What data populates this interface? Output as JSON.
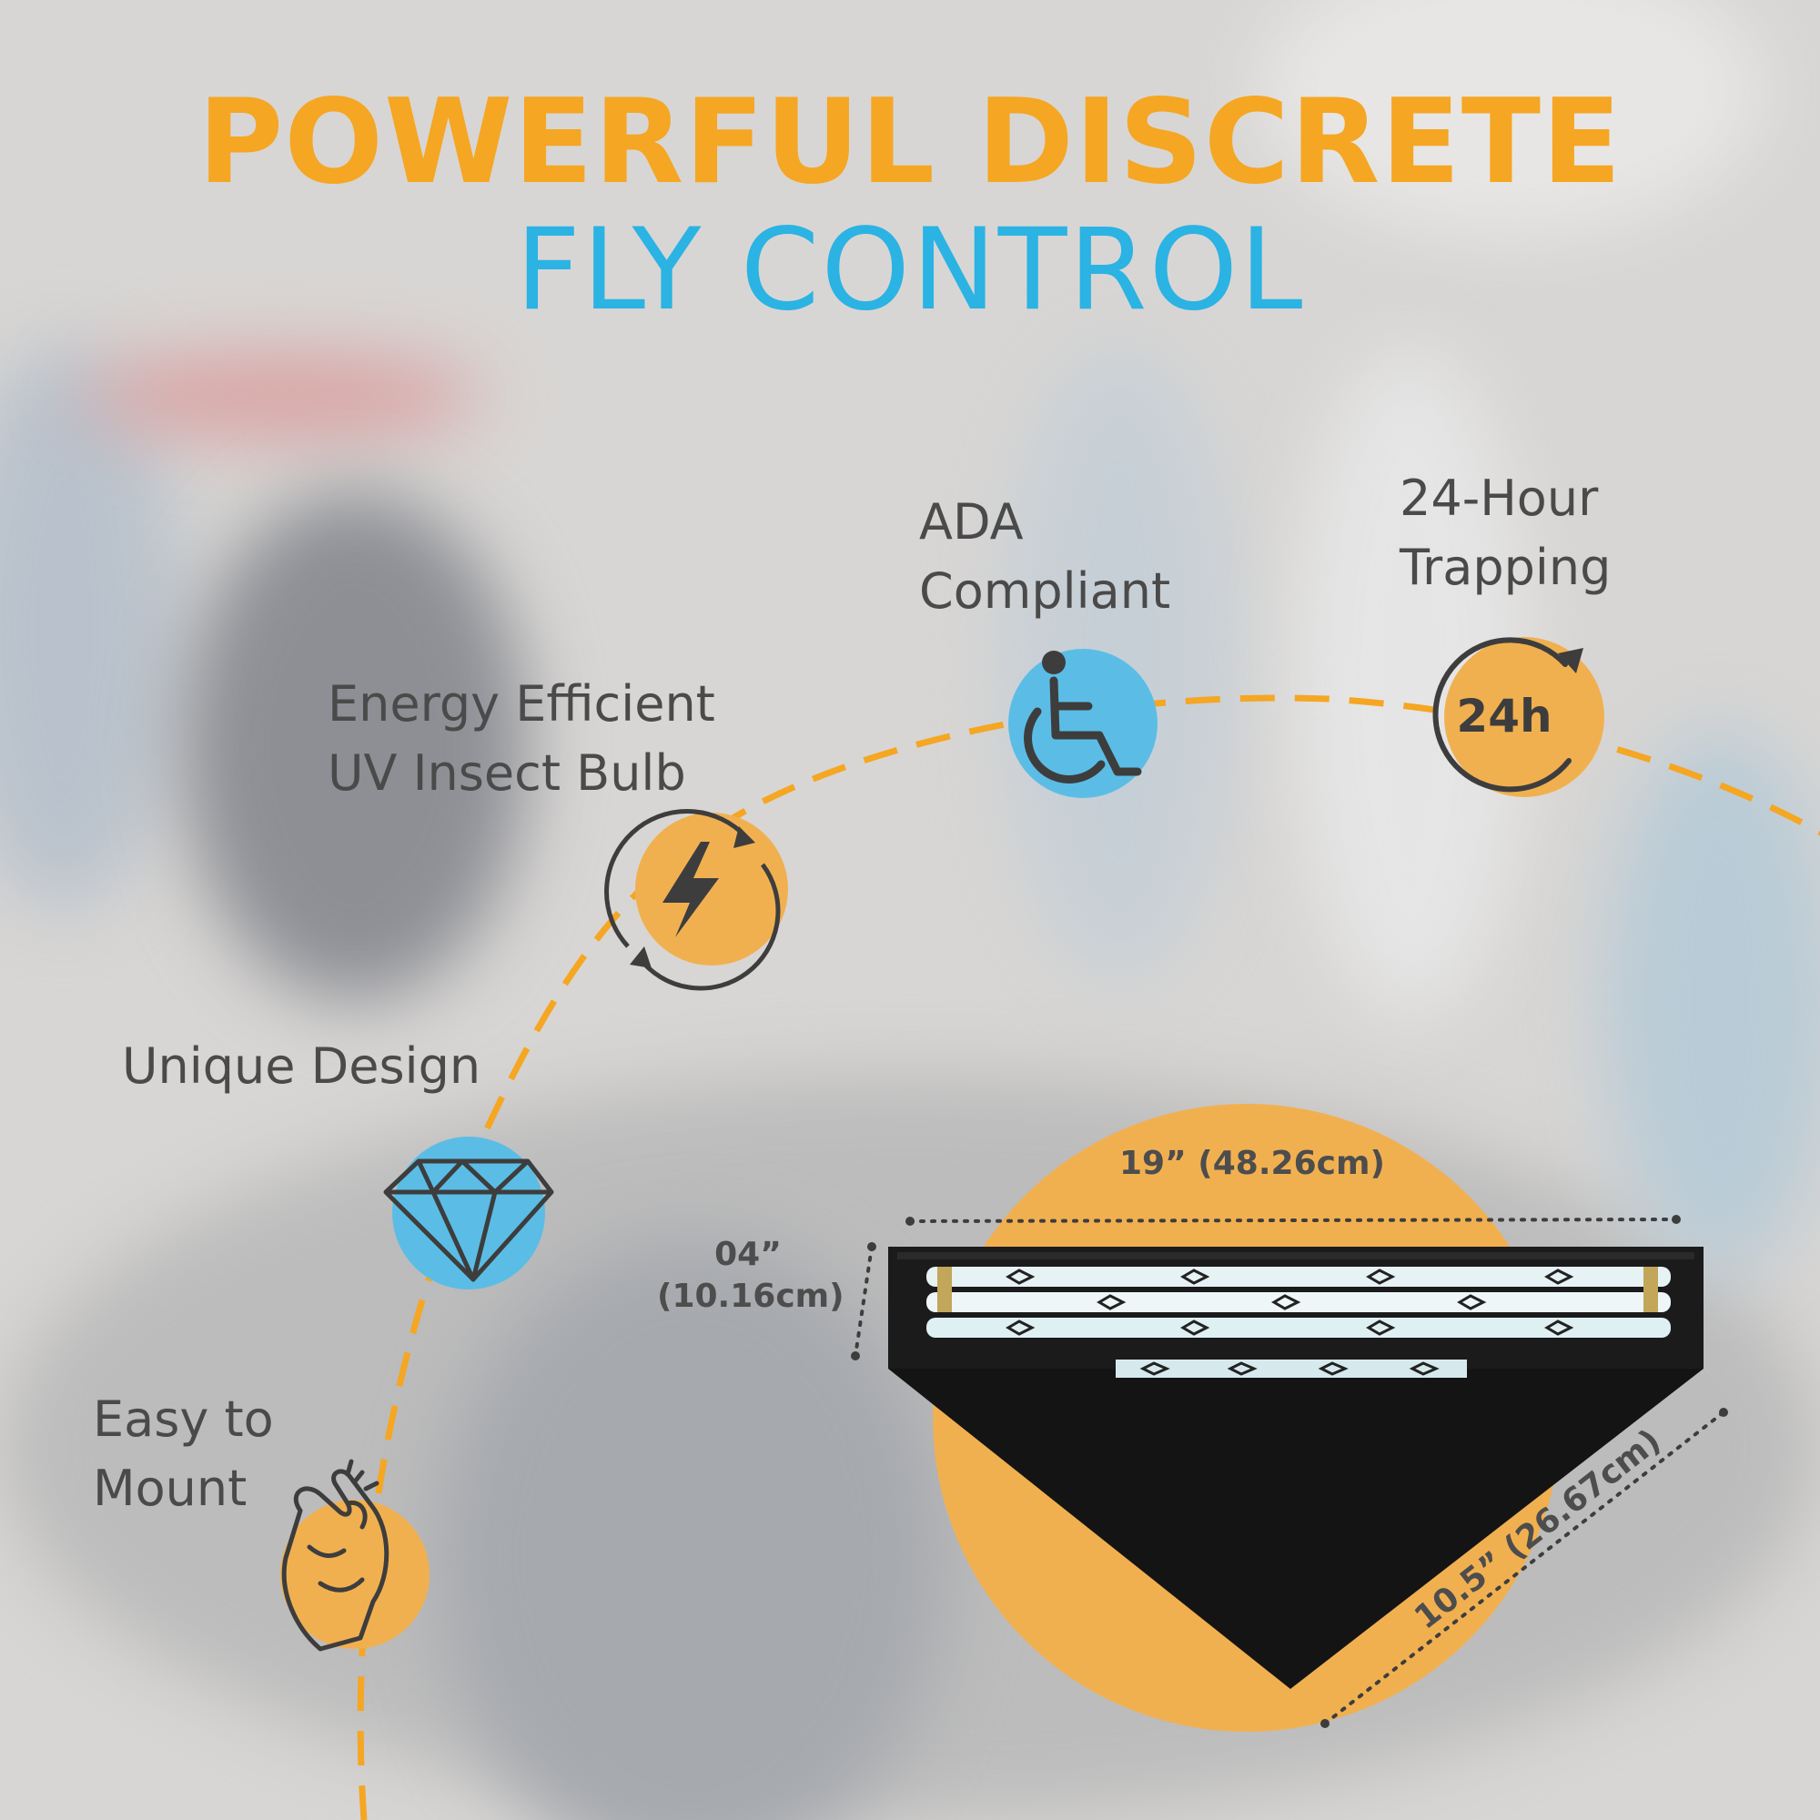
{
  "title": {
    "line1": "POWERFUL DISCRETE",
    "line2": "FLY CONTROL"
  },
  "features": [
    {
      "id": "easy-mount",
      "line1": "Easy to",
      "line2": "Mount",
      "icon": "pinch-hand-icon"
    },
    {
      "id": "unique-design",
      "line1": "Unique Design",
      "icon": "diamond-icon"
    },
    {
      "id": "energy-efficient",
      "line1": "Energy Efficient",
      "line2": "UV Insect Bulb",
      "icon": "lightning-bolt-icon"
    },
    {
      "id": "ada-compliant",
      "line1": "ADA",
      "line2": "Compliant",
      "icon": "wheelchair-icon"
    },
    {
      "id": "24-hour",
      "line1": "24-Hour",
      "line2": "Trapping",
      "icon": "clock-cycle-icon",
      "icon_text": "24h"
    }
  ],
  "dimensions": {
    "width": "19” (48.26cm)",
    "height_line1": "04”",
    "height_line2": "(10.16cm)",
    "depth": "10.5” (26.67cm)"
  },
  "colors": {
    "orange": "#f5a623",
    "blue": "#2bb3e3",
    "dark_text": "#4a4a4a",
    "circle_blue": "#5bbde5",
    "circle_orange": "#f1b050"
  }
}
